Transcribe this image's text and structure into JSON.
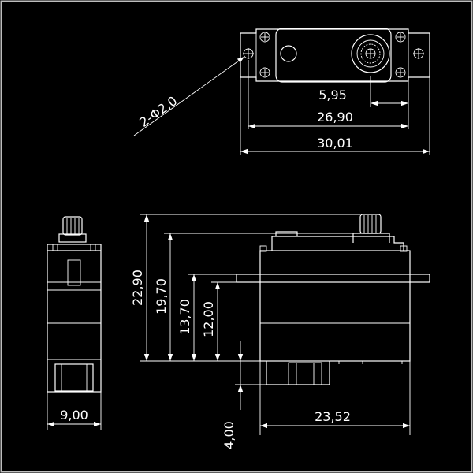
{
  "colors": {
    "background": "#000000",
    "line": "#ffffff",
    "frame": "#bdbdbd"
  },
  "dimensions": {
    "hole_spec": "2-Φ2,0",
    "top_shaft_offset": "5,95",
    "top_hole_spacing": "26,90",
    "top_overall_length": "30,01",
    "side_overall_height": "22,90",
    "side_height_2": "19,70",
    "side_flange_height": "13,70",
    "side_height_4": "12,00",
    "side_bottom_height": "4,00",
    "side_body_width": "23,52",
    "end_width": "9,00"
  }
}
